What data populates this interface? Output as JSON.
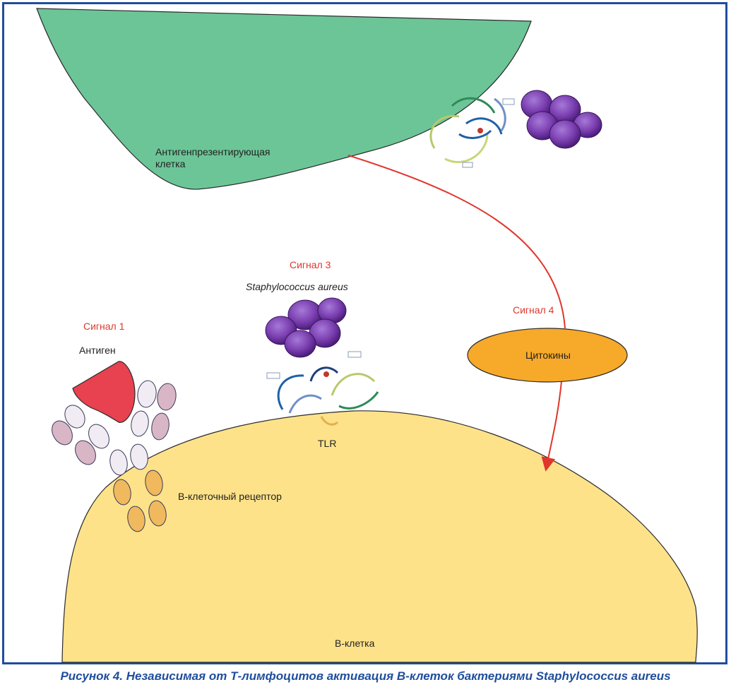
{
  "labels": {
    "apc": "Антигенпрезентирующая клетка",
    "signal3": "Сигнал 3",
    "staph": "Staphylococcus aureus",
    "signal1": "Сигнал 1",
    "antigen": "Антиген",
    "signal4": "Сигнал 4",
    "cytokines": "Цитокины",
    "tlr": "TLR",
    "bcr": "B-клеточный рецептор",
    "bcell": "B-клетка"
  },
  "caption": "Рисунок 4. Независимая от Т-лимфоцитов активация В-клеток бактериями Staphylococcus aureus",
  "colors": {
    "frame": "#1f4e9c",
    "apc_fill": "#6cc597",
    "bcell_fill": "#fde28a",
    "cytokine_fill": "#f7a92a",
    "antigen_fill": "#e8414f",
    "bacteria_fill": "#7b3fb0",
    "arrow": "#e0362c",
    "signal_text": "#e0362c"
  },
  "icons": [
    "bacteria-cluster-icon",
    "tlr-protein-icon",
    "antigen-icon",
    "receptor-ellipses-icon"
  ]
}
